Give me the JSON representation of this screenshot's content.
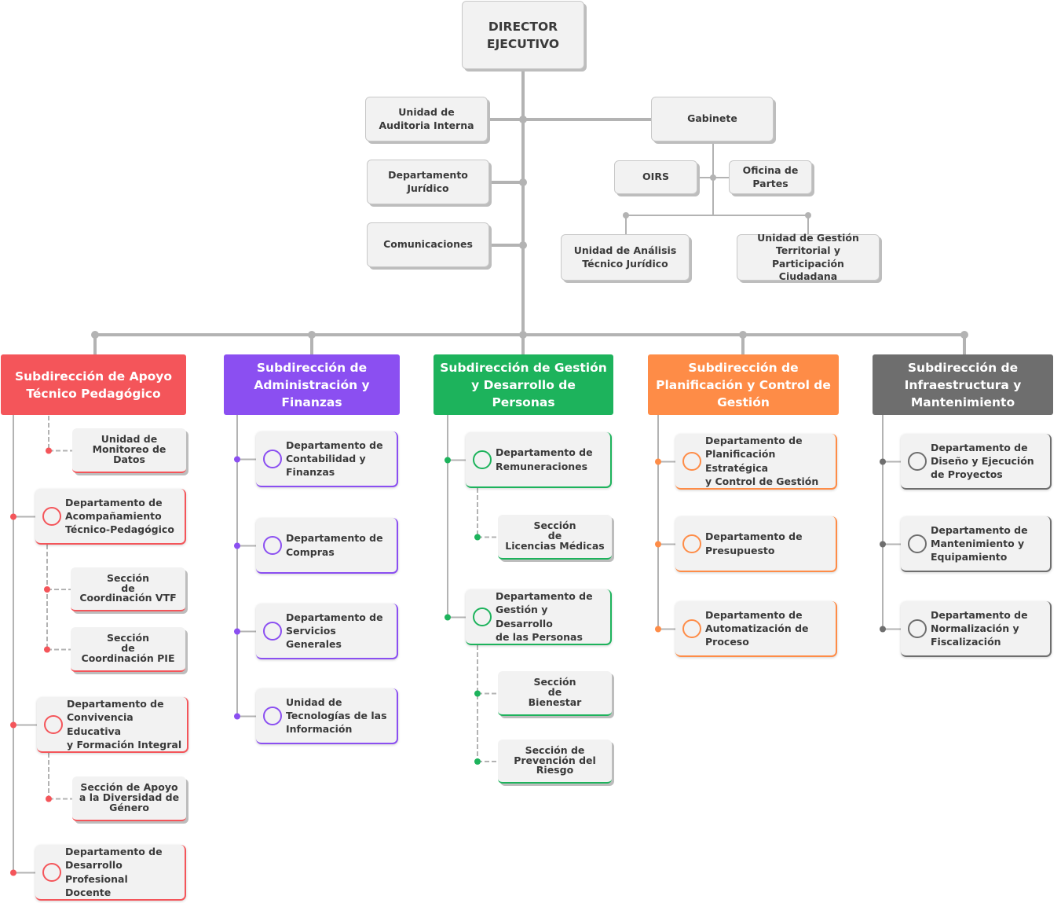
{
  "colors": {
    "line": "#b3b3b3",
    "apoyo": "#f4555a",
    "admin": "#8b4ff1",
    "personas": "#1db35c",
    "planificacion": "#fe8c47",
    "infra": "#6e6e6e"
  },
  "director": "DIRECTOR\nEJECUTIVO",
  "staff": {
    "auditoria": "Unidad de\nAuditoria Interna",
    "juridico": "Departamento\nJurídico",
    "comunicaciones": "Comunicaciones",
    "gabinete": "Gabinete",
    "oirs": "OIRS",
    "partes": "Oficina de\nPartes",
    "analisis": "Unidad de Análisis\nTécnico Jurídico",
    "territorial": "Unidad de Gestión\nTerritorial y Participación\nCiudadana"
  },
  "subdirecciones": [
    {
      "name": "Subdirección de Apoyo\nTécnico Pedagógico",
      "color_key": "apoyo",
      "items": [
        {
          "label": "Unidad de\nMonitoreo de Datos",
          "kind": "section"
        },
        {
          "label": "Departamento de\nAcompañamiento\nTécnico-Pedagógico",
          "kind": "dept"
        },
        {
          "label": "Sección\nde\nCoordinación VTF",
          "kind": "section"
        },
        {
          "label": "Sección\nde\nCoordinación PIE",
          "kind": "section"
        },
        {
          "label": "Departamento de\nConvivencia Educativa\ny Formación Integral",
          "kind": "dept"
        },
        {
          "label": "Sección de Apoyo\na la Diversidad de\nGénero",
          "kind": "section"
        },
        {
          "label": "Departamento de\nDesarrollo Profesional\nDocente",
          "kind": "dept"
        }
      ]
    },
    {
      "name": "Subdirección de\nAdministración y\nFinanzas",
      "color_key": "admin",
      "items": [
        {
          "label": "Departamento de\nContabilidad y\nFinanzas",
          "kind": "dept"
        },
        {
          "label": "Departamento de\nCompras",
          "kind": "dept"
        },
        {
          "label": "Departamento de\nServicios Generales",
          "kind": "dept"
        },
        {
          "label": "Unidad de\nTecnologías de las\nInformación",
          "kind": "dept"
        }
      ]
    },
    {
      "name": "Subdirección de Gestión\ny Desarrollo de Personas",
      "color_key": "personas",
      "items": [
        {
          "label": "Departamento de\nRemuneraciones",
          "kind": "dept"
        },
        {
          "label": "Sección\nde\nLicencias Médicas",
          "kind": "section"
        },
        {
          "label": "Departamento de\nGestión y Desarrollo\nde las Personas",
          "kind": "dept"
        },
        {
          "label": "Sección\nde\nBienestar",
          "kind": "section"
        },
        {
          "label": "Sección de\nPrevención del\nRiesgo",
          "kind": "section"
        }
      ]
    },
    {
      "name": "Subdirección de\nPlanificación y Control de\nGestión",
      "color_key": "planificacion",
      "items": [
        {
          "label": "Departamento de\nPlanificación Estratégica\ny Control de Gestión",
          "kind": "dept"
        },
        {
          "label": "Departamento de\nPresupuesto",
          "kind": "dept"
        },
        {
          "label": "Departamento de\nAutomatización de\nProceso",
          "kind": "dept"
        }
      ]
    },
    {
      "name": "Subdirección de\nInfraestructura y\nMantenimiento",
      "color_key": "infra",
      "items": [
        {
          "label": "Departamento de\nDiseño y Ejecución\nde Proyectos",
          "kind": "dept"
        },
        {
          "label": "Departamento de\nMantenimiento y\nEquipamiento",
          "kind": "dept"
        },
        {
          "label": "Departamento de\nNormalización y\nFiscalización",
          "kind": "dept"
        }
      ]
    }
  ]
}
